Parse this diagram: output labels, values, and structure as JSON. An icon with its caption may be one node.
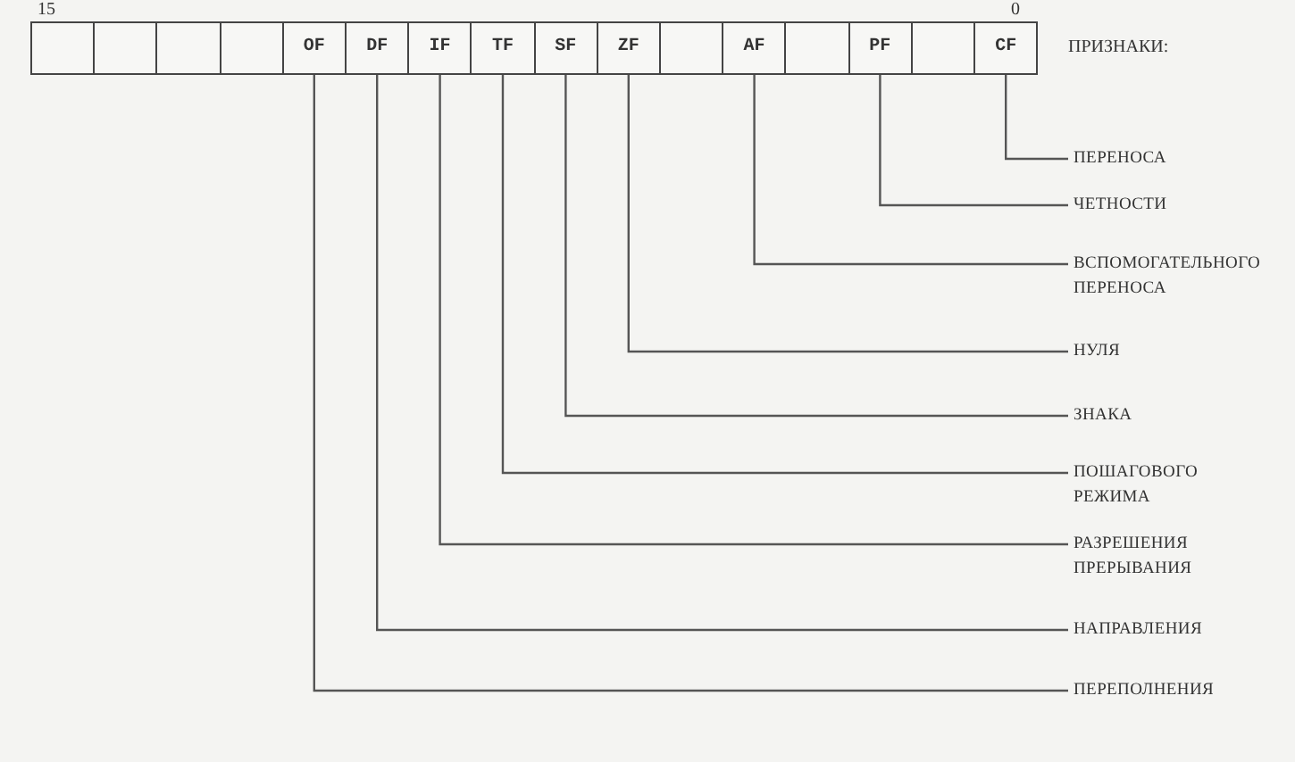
{
  "diagram": {
    "nodes": [
      {
        "text": [],
        "shape": "box"
      },
      {
        "text": [],
        "shape": "box"
      },
      {
        "text": [],
        "shape": "box"
      },
      {
        "text": [],
        "shape": "box"
      },
      {
        "text": [
          "OF"
        ]
      },
      {
        "text": [
          "DF"
        ]
      },
      {
        "text": [
          "IF"
        ]
      },
      {
        "text": [
          "TF"
        ]
      },
      {
        "text": [
          "SF"
        ]
      },
      {
        "text": [
          "ZF"
        ]
      },
      {
        "text": [],
        "shape": "box"
      },
      {
        "text": [
          "AF"
        ]
      },
      {
        "text": [],
        "shape": "box"
      },
      {
        "text": [
          "PF"
        ]
      },
      {
        "text": [],
        "shape": "box"
      },
      {
        "text": [
          "CF"
        ]
      },
      {
        "text": [
          "ПЕРЕНОСА"
        ]
      },
      {
        "text": [
          "ЧЕТНОСТИ"
        ]
      },
      {
        "text": [
          "ВСПОМОГАТЕЛЬНОГО ПЕРЕНОСА"
        ]
      },
      {
        "text": [
          "НУЛЯ"
        ]
      },
      {
        "text": [
          "ЗНАКА"
        ]
      },
      {
        "text": [
          "ПОШАГОВОГО РЕЖИМА"
        ]
      },
      {
        "text": [
          "РАЗРЕШЕНИЯ ПРЕРЫВАНИЯ"
        ]
      },
      {
        "text": [
          "НАПРАВЛЕНИЯ"
        ]
      },
      {
        "text": [
          "ПЕРЕПОЛНЕНИЯ"
        ]
      }
    ],
    "edges": [
      {
        "from": 15,
        "to": 16,
        "arrow": "none"
      },
      {
        "from": 13,
        "to": 17,
        "arrow": "none"
      },
      {
        "from": 11,
        "to": 18,
        "arrow": "none"
      },
      {
        "from": 9,
        "to": 19,
        "arrow": "none"
      },
      {
        "from": 8,
        "to": 20,
        "arrow": "none"
      },
      {
        "from": 7,
        "to": 21,
        "arrow": "none"
      },
      {
        "from": 6,
        "to": 22,
        "arrow": "none"
      },
      {
        "from": 5,
        "to": 23,
        "arrow": "none"
      },
      {
        "from": 4,
        "to": 24,
        "arrow": "none"
      }
    ],
    "labels": [
      "15",
      "0",
      "ПРИЗНАКИ:"
    ]
  }
}
